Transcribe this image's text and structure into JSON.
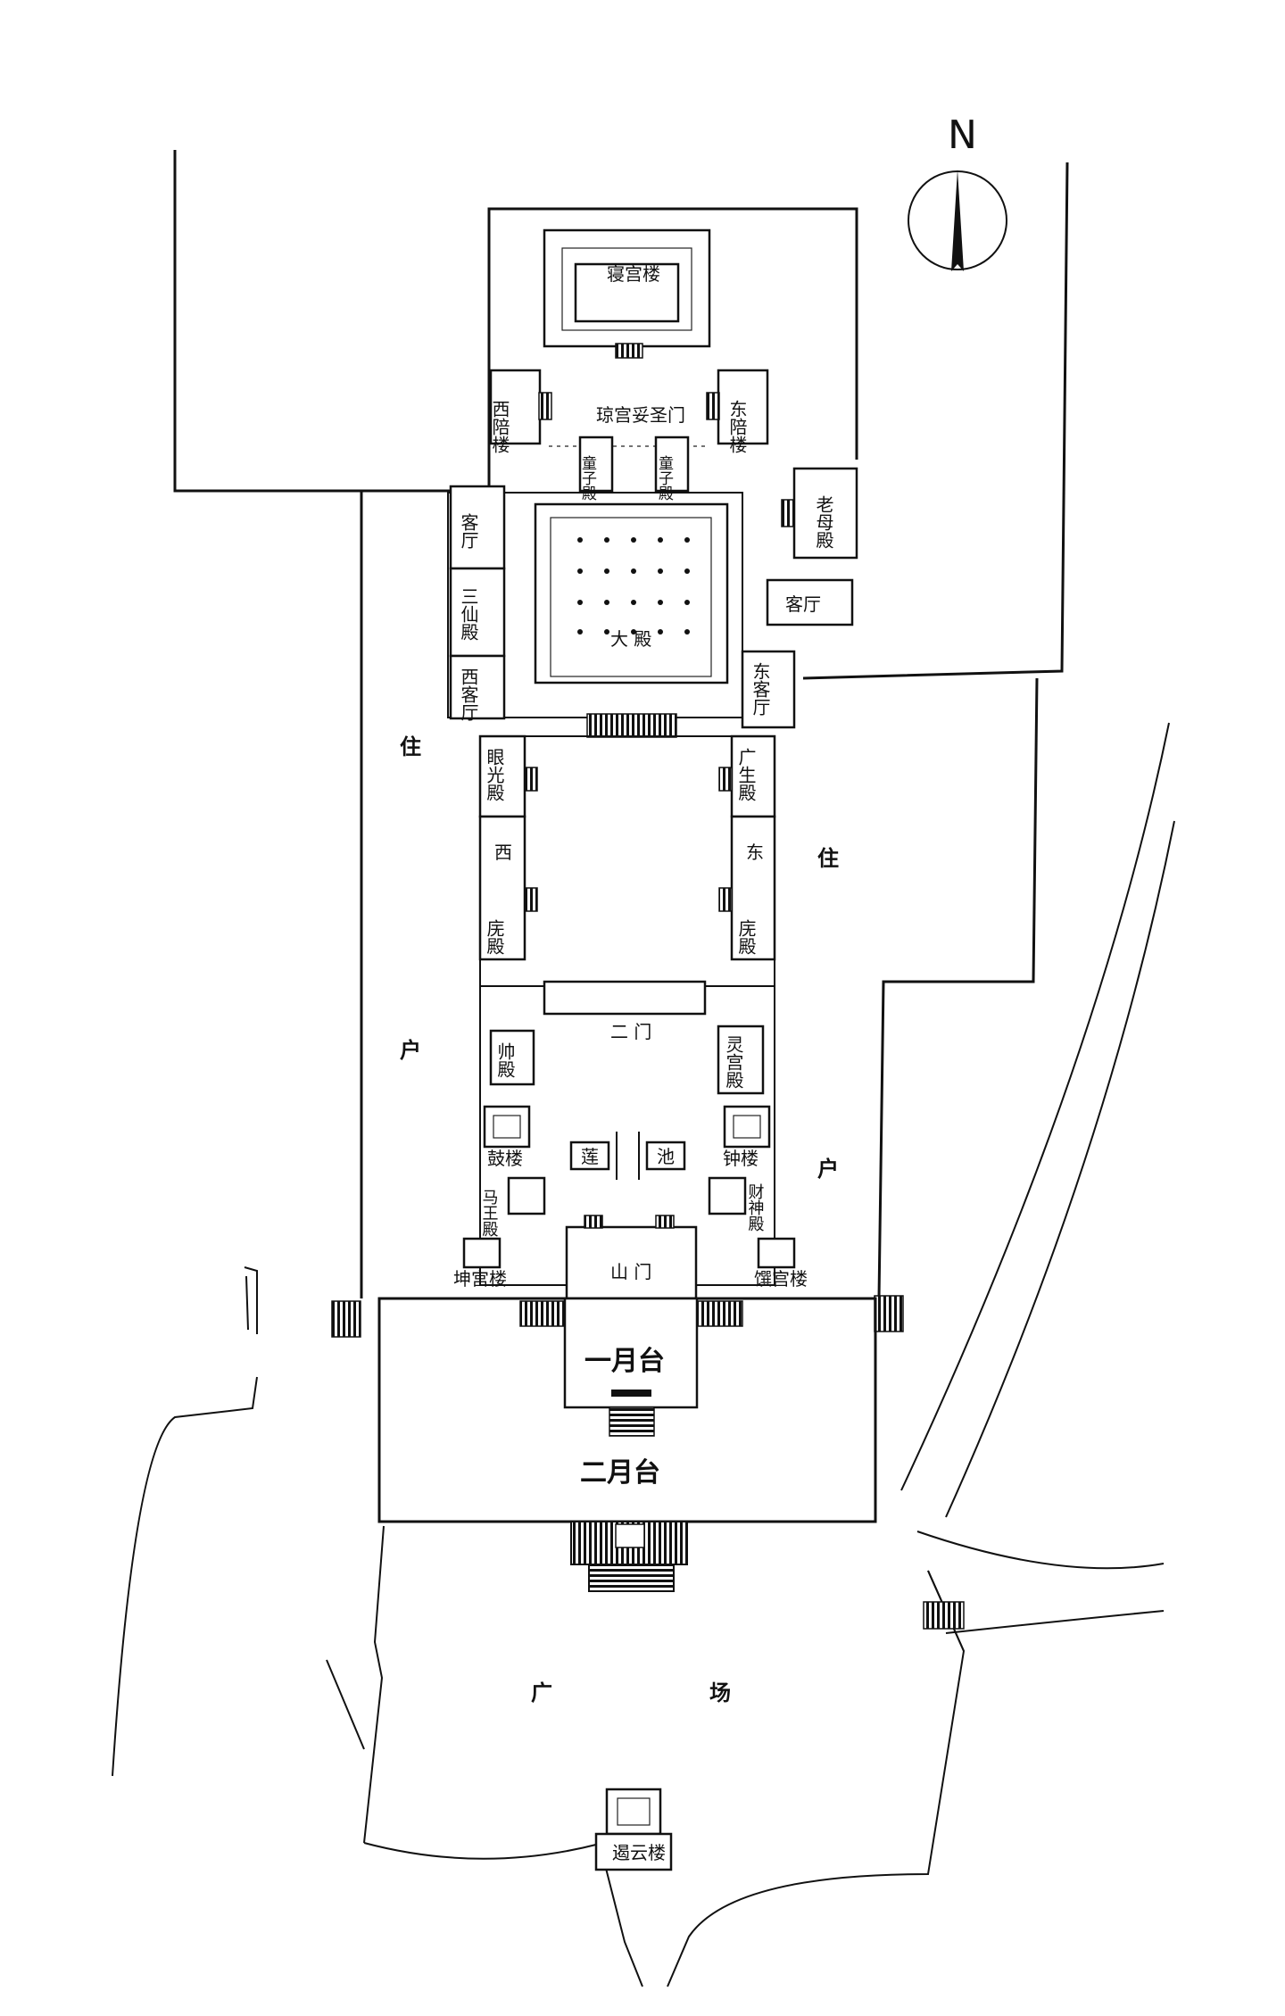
{
  "compass": {
    "north_label": "N"
  },
  "labels": {
    "qingonglou": "寝宫楼",
    "xipeilou": "西陪楼",
    "dongpeilou": "东陪楼",
    "qionggong_tuoshengmen": "琼宫妥圣门",
    "tongzidian_w": "童子殿",
    "tongzidian_e": "童子殿",
    "laomudian": "老母殿",
    "keting_w": "客厅",
    "keting_e": "客厅",
    "sanxiandian": "三仙殿",
    "xiketing": "西客厅",
    "dongketing": "东客厅",
    "dadian": "大 殿",
    "yanguangdian": "眼光殿",
    "guangshengdian": "广生殿",
    "xi": "西",
    "dong": "东",
    "xi_wudian": "庑殿",
    "dong_wudian": "庑殿",
    "ermen": "二 门",
    "shuaidian": "帅殿",
    "linggongdian": "灵宫殿",
    "gulou": "鼓楼",
    "zhonglou": "钟楼",
    "lian": "莲",
    "chi": "池",
    "mawangdian": "马王殿",
    "caishendian": "财神殿",
    "kungonglou": "坤宫楼",
    "shangonglou": "馔宫楼",
    "shanmen": "山 门",
    "yiyuetai": "一月台",
    "eryuetai": "二月台",
    "guang": "广",
    "chang": "场",
    "eyunlou": "遏云楼",
    "zhu_w": "住",
    "hu_w": "户",
    "zhu_e": "住",
    "hu_e": "户"
  }
}
